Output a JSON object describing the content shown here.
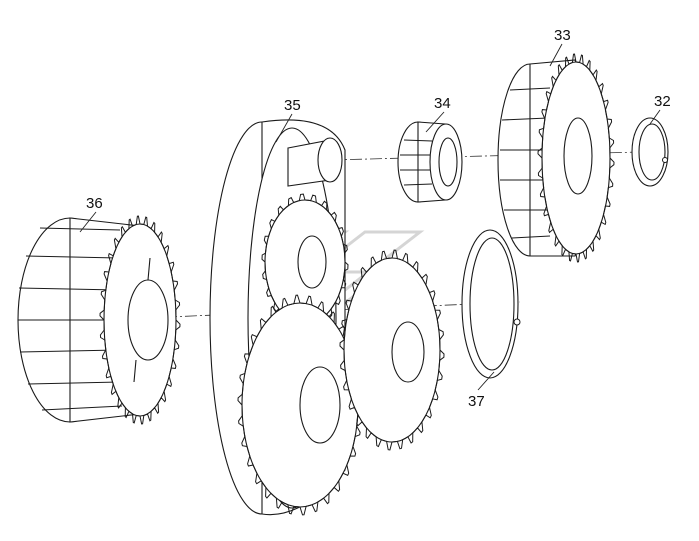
{
  "parts": [
    {
      "id": "p36",
      "label": "36",
      "icon": "spur-gear-wide-icon"
    },
    {
      "id": "p35",
      "label": "35",
      "icon": "planet-carrier-icon"
    },
    {
      "id": "p34",
      "label": "34",
      "icon": "needle-bearing-icon"
    },
    {
      "id": "p33",
      "label": "33",
      "icon": "spur-gear-icon"
    },
    {
      "id": "p32",
      "label": "32",
      "icon": "snap-ring-small-icon"
    },
    {
      "id": "p37",
      "label": "37",
      "icon": "snap-ring-large-icon"
    }
  ],
  "watermark": {
    "icon": "brand-logo-watermark-icon"
  }
}
